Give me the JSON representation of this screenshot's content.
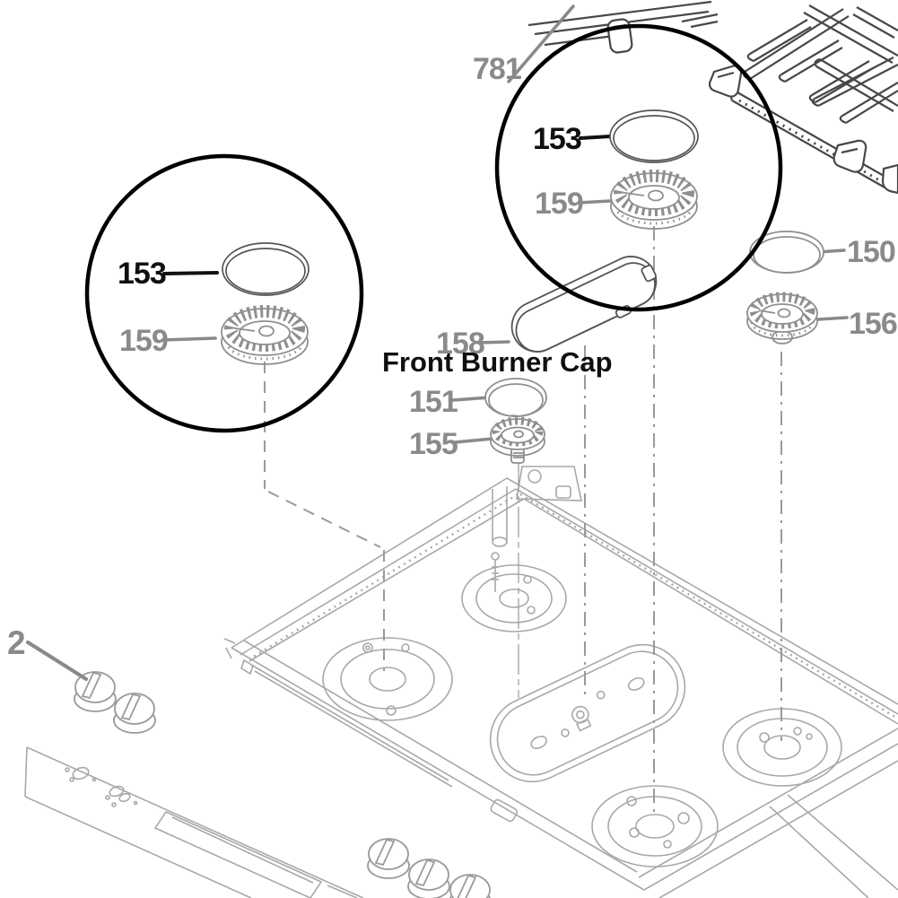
{
  "diagram": {
    "annotation": "Front Burner Cap",
    "part_labels": {
      "grate": "781",
      "left_callout_cap": "153",
      "left_callout_burner_head": "159",
      "right_callout_cap": "153",
      "right_callout_burner_head": "159",
      "right_cap": "150",
      "right_burner_head": "156",
      "front_oval_cap": "158",
      "front_cap": "151",
      "front_burner_head": "155",
      "control_knob": "2"
    },
    "colors": {
      "label_gray": "#8a8a8a",
      "label_black": "#101010",
      "line_art_light": "#a8a8a8",
      "part_gray": "#8f8f8f",
      "part_dark": "#555555",
      "grate_dark": "#474747",
      "callout_circle": "#000000",
      "background": "#ffffff"
    }
  }
}
